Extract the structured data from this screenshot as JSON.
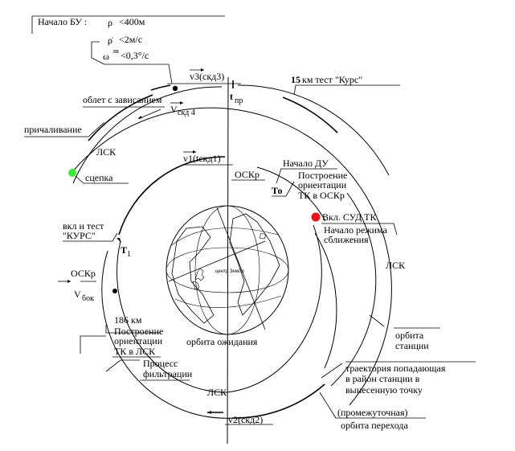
{
  "header": {
    "start_label": "Начало БУ :",
    "rho": "ρ",
    "rho_dot": "ρ̇",
    "omega": "ω",
    "omega_sup": "лв",
    "cond_rho": "<400м",
    "cond_rho_dot": "<2м/с",
    "cond_omega": "<0,3°/с"
  },
  "labels": {
    "v3": "v3(скд3)",
    "km15_num": "15",
    "km15_text": " км тест \"Курс\"",
    "flyaround": "облет с зависанием",
    "vskd4": "V",
    "vskd4_sub": "скд 4",
    "tpr": "t",
    "tpr_sub": "пр",
    "mooring": "причаливание",
    "lsk_top": "ЛСК",
    "docking": "сцепка",
    "v1": "v1(tскд1)",
    "osk_top": "ОСКр",
    "start_du": "Начало ДУ",
    "to": "То",
    "build1_l1": "Построение",
    "build1_l2": "ориентации",
    "build1_l3": "ТК в ОСКр",
    "sud_on": "Вкл. СУД ТК",
    "approach_l1": "Начало режима",
    "approach_l2": "сближения",
    "kurs_l1": "вкл и тест",
    "kurs_l2": "\"КУРС\"",
    "t1": "T",
    "t1_sub": "1",
    "osk_left": "ОСКр",
    "vbok": "V",
    "vbok_sub": "бок",
    "lsk_right": "ЛСК",
    "km186": "186 км",
    "build2_l1": "Построение",
    "build2_l2": "ориентации",
    "build2_l3": "ТК в ЛСК",
    "earth_center": "центр Земли",
    "waiting_orbit": "орбита ожидания",
    "station_l1": "орбита",
    "station_l2": "станции",
    "filter_l1": "Процесс",
    "filter_l2": "фильтрации",
    "traj_l1": "траектория попадающая",
    "traj_l2": "в район станции в",
    "traj_l3": "вынесенную точку",
    "lsk_bottom": "ЛСК",
    "intermediate": "(промежуточная)",
    "transfer_orbit": "орбита перехода",
    "v2": "v2(скд2)"
  },
  "colors": {
    "docking_dot": "#33ee33",
    "sud_dot": "#ee1111"
  }
}
